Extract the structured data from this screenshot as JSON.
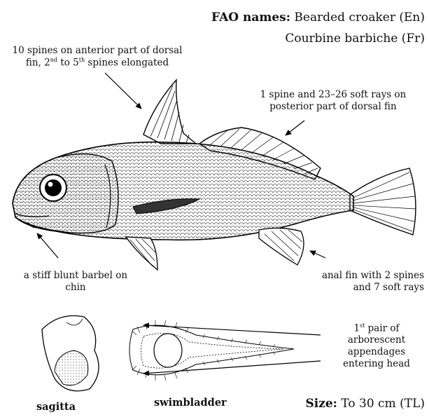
{
  "fao": {
    "label": "FAO names:",
    "english": "Bearded croaker (En)",
    "french": "Courbine barbiche (Fr)"
  },
  "annotations": {
    "dorsal_anterior_line1": "10 spines on anterior part of dorsal",
    "dorsal_anterior_line2_pre": "fin, 2",
    "dorsal_anterior_sup1": "nd",
    "dorsal_anterior_line2_mid": " to 5",
    "dorsal_anterior_sup2": "th",
    "dorsal_anterior_line2_post": " spines elongated",
    "dorsal_posterior_line1": "1 spine and 23–26 soft rays on",
    "dorsal_posterior_line2": "posterior part of dorsal fin",
    "barbel_line1": "a stiff blunt barbel on",
    "barbel_line2": "chin",
    "anal_line1": "anal fin with 2 spines",
    "anal_line2": "and 7 soft rays",
    "appendages_line1_pre": "1",
    "appendages_sup": "st",
    "appendages_line1_post": " pair of",
    "appendages_line2": "arborescent",
    "appendages_line3": "appendages",
    "appendages_line4": "entering head"
  },
  "labels": {
    "sagitta": "sagitta",
    "swimbladder": "swimbladder"
  },
  "size": {
    "label": "Size:",
    "value": "To 30 cm (TL)"
  }
}
